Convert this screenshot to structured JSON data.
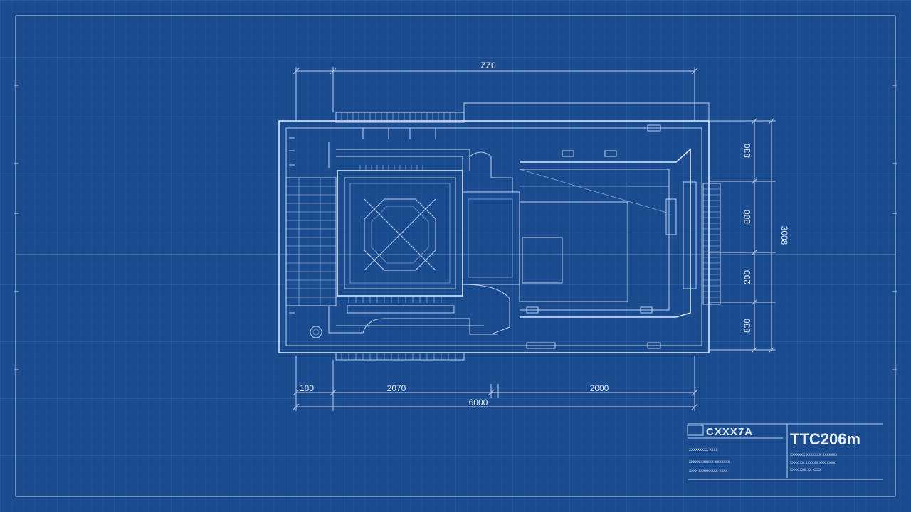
{
  "colors": {
    "paper": "#1a4b8f",
    "line": "#dbe7ff",
    "grid": "#2f63a8"
  },
  "dimensions": {
    "top": "ZZ0",
    "bottom_left_short": "100",
    "bottom_mid_left": "2070",
    "bottom_mid_right": "2000",
    "bottom_overall": "6000",
    "right_1": "830",
    "right_2": "800",
    "right_3": "200",
    "right_4": "830",
    "right_overall": "3008"
  },
  "title_block": {
    "logo_text": "CXXX7A",
    "drawing_number": "TTC206m",
    "left_lines": [
      "xxxxxxxxx xxxx",
      "xxxxx xxxxxx xxxxxxx",
      "xxxx xxxxxxxxx xxxx"
    ],
    "right_lines": [
      "xxxxxxx xxxxxxx xxxxxxx",
      "xxxx xx xxxxxx xxx xxxx",
      "xxxx xxx xx xxxx"
    ]
  }
}
